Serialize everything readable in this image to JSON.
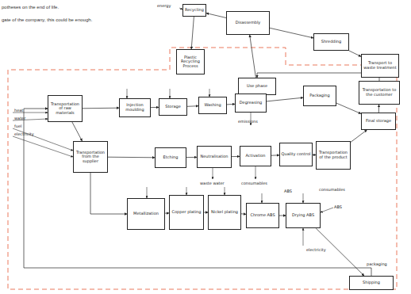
{
  "diagram": {
    "nodes": [
      {
        "text": [
          "Recycling"
        ]
      },
      {
        "text": [
          "Disassembly"
        ]
      },
      {
        "text": [
          "Shredding"
        ]
      },
      {
        "text": [
          "Plastic Recycling Process"
        ]
      },
      {
        "text": [
          "Transport to waste treatment"
        ]
      },
      {
        "text": [
          "Use phase"
        ]
      },
      {
        "text": [
          "Transportation to the customer"
        ]
      },
      {
        "text": [
          "Transportation of raw materials"
        ]
      },
      {
        "text": [
          "Injection moulding"
        ]
      },
      {
        "text": [
          "Storage"
        ]
      },
      {
        "text": [
          "Washing"
        ]
      },
      {
        "text": [
          "Degreasing"
        ]
      },
      {
        "text": [
          "Packaging"
        ]
      },
      {
        "text": [
          "Final storage"
        ]
      },
      {
        "text": [
          "Transportation from the supplier"
        ]
      },
      {
        "text": [
          "Etching"
        ]
      },
      {
        "text": [
          "Neutralisation"
        ]
      },
      {
        "text": [
          "Activation"
        ]
      },
      {
        "text": [
          "Quality control"
        ]
      },
      {
        "text": [
          "Transportation of the product"
        ]
      },
      {
        "text": [
          "Metallization"
        ]
      },
      {
        "text": [
          "Copper plating"
        ]
      },
      {
        "text": [
          "Nickel plating"
        ]
      },
      {
        "text": [
          "Chrome ABS"
        ]
      },
      {
        "text": [
          "Drying ABS"
        ]
      },
      {
        "text": [
          "Shipping"
        ]
      }
    ],
    "edges": [
      {
        "from": 7,
        "to": 8,
        "arrow": "to"
      },
      {
        "from": 8,
        "to": 9,
        "arrow": "to"
      },
      {
        "from": 9,
        "to": 10,
        "arrow": "to"
      },
      {
        "from": 10,
        "to": 11,
        "arrow": "to"
      },
      {
        "from": 11,
        "to": 12,
        "arrow": "to"
      },
      {
        "from": 12,
        "to": 13,
        "arrow": "to"
      },
      {
        "from": 13,
        "to": 6,
        "arrow": "to"
      },
      {
        "from": 6,
        "to": 5,
        "arrow": "to"
      },
      {
        "from": 5,
        "to": 1,
        "arrow": "to"
      },
      {
        "from": 1,
        "to": 2,
        "arrow": "to"
      },
      {
        "from": 2,
        "to": 4,
        "arrow": "to"
      },
      {
        "from": 1,
        "to": 0,
        "arrow": "to"
      },
      {
        "from": 0,
        "to": 3,
        "arrow": "to"
      },
      {
        "from": 14,
        "to": 15,
        "arrow": "to"
      },
      {
        "from": 15,
        "to": 16,
        "arrow": "to"
      },
      {
        "from": 16,
        "to": 17,
        "arrow": "to"
      },
      {
        "from": 17,
        "to": 18,
        "arrow": "to"
      },
      {
        "from": 18,
        "to": 19,
        "arrow": "to"
      },
      {
        "from": 19,
        "to": 13,
        "arrow": "to"
      },
      {
        "from": 20,
        "to": 21,
        "arrow": "to"
      },
      {
        "from": 21,
        "to": 22,
        "arrow": "to"
      },
      {
        "from": 22,
        "to": 23,
        "arrow": "to"
      },
      {
        "from": 23,
        "to": 24,
        "arrow": "to"
      },
      {
        "from": 24,
        "to": 25,
        "arrow": "to"
      },
      {
        "from": 25,
        "to": 7,
        "arrow": "to"
      },
      {
        "from": 7,
        "to": 14,
        "arrow": "to"
      },
      {
        "from": 14,
        "to": 20,
        "arrow": "to"
      }
    ],
    "labels": [
      "potheses on the end of life.",
      "gate of the company, this could be enough.",
      "heat",
      "water",
      "fuel",
      "electricity",
      "electricity",
      "emissions",
      "waste water",
      "consumables",
      "consumables",
      "ABS",
      "ABS",
      "energy",
      "packaging"
    ]
  }
}
